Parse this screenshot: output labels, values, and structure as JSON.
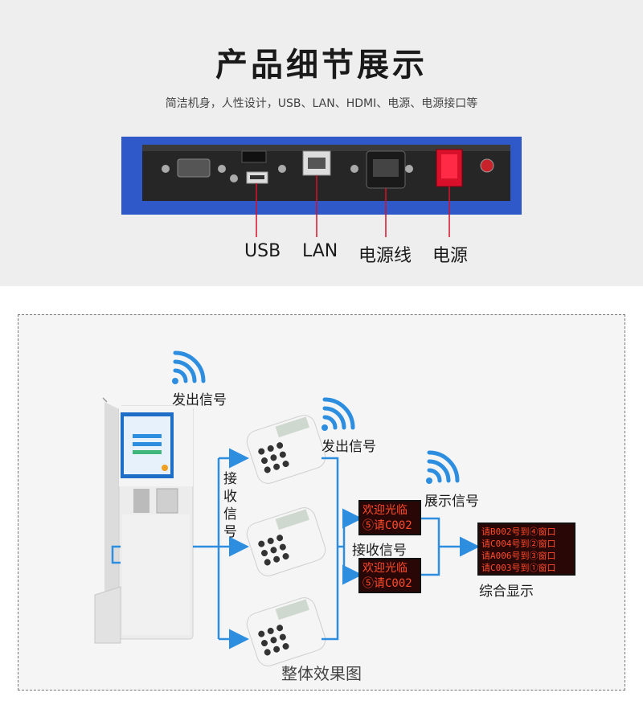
{
  "header": {
    "title": "产品细节展示",
    "subtitle": "简洁机身，人性设计，USB、LAN、HDMI、电源、电源接口等"
  },
  "ports": {
    "usb": "USB",
    "lan": "LAN",
    "power_cord": "电源线",
    "power": "电源"
  },
  "diagram": {
    "send_signal_1": "发出信号",
    "send_signal_2": "发出信号",
    "receive_vertical": [
      "接",
      "收",
      "信",
      "号"
    ],
    "receive_signal": "接收信号",
    "display_signal": "展示信号",
    "combined_display": "综合显示",
    "caption": "整体效果图",
    "led_small": {
      "line1": "欢迎光临",
      "line2": "⑤请C002"
    },
    "led_big": [
      "请B002号到④窗口",
      "请C004号到②窗口",
      "请A006号到③窗口",
      "请C003号到①窗口"
    ]
  },
  "colors": {
    "arrow": "#2d8ee0",
    "panel_blue": "#2f58c8",
    "led_text": "#ff4a2a",
    "wifi": "#2d8ee0"
  }
}
